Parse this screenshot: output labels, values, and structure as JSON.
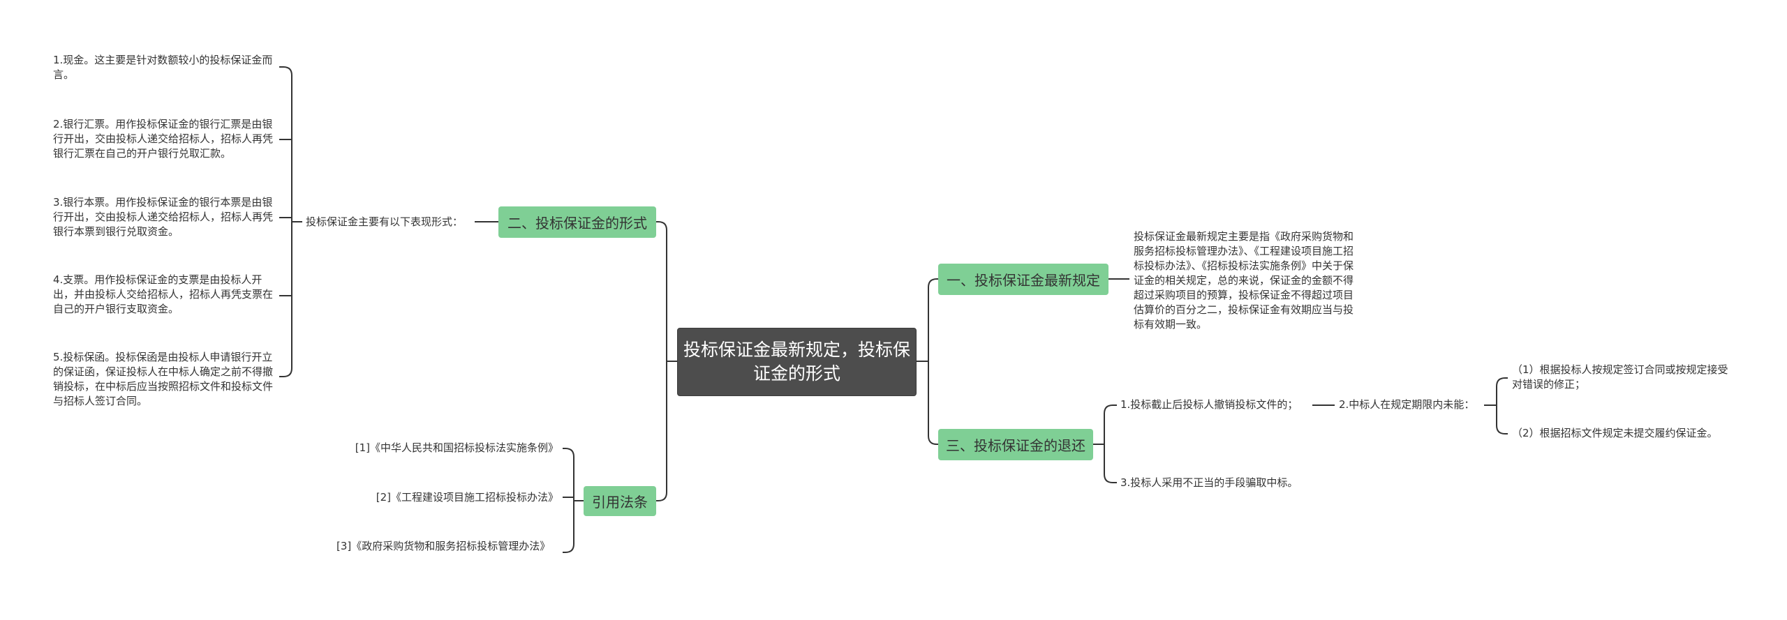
{
  "root": {
    "title": "投标保证金最新规定，投标保证金的形式"
  },
  "left": {
    "forms": {
      "label": "二、投标保证金的形式",
      "intro": "投标保证金主要有以下表现形式：",
      "items": [
        "1.现金。这主要是针对数额较小的投标保证金而言。",
        "2.银行汇票。用作投标保证金的银行汇票是由银行开出，交由投标人递交给招标人，招标人再凭银行汇票在自己的开户银行兑取汇款。",
        "3.银行本票。用作投标保证金的银行本票是由银行开出，交由投标人递交给招标人，招标人再凭银行本票到银行兑取资金。",
        "4.支票。用作投标保证金的支票是由投标人开出，并由投标人交给招标人，招标人再凭支票在自己的开户银行支取资金。",
        "5.投标保函。投标保函是由投标人申请银行开立的保证函，保证投标人在中标人确定之前不得撤销投标，在中标后应当按照招标文件和投标文件与招标人签订合同。"
      ]
    },
    "laws": {
      "label": "引用法条",
      "items": [
        "[1]《中华人民共和国招标投标法实施条例》",
        "[2]《工程建设项目施工招标投标办法》",
        "[3]《政府采购货物和服务招标投标管理办法》"
      ]
    }
  },
  "right": {
    "latest": {
      "label": "一、投标保证金最新规定",
      "text": "投标保证金最新规定主要是指《政府采购货物和服务招标投标管理办法》、《工程建设项目施工招标投标办法》、《招标投标法实施条例》中关于保证金的相关规定，总的来说，保证金的金额不得超过采购项目的预算，投标保证金不得超过项目估算价的百分之二，投标保证金有效期应当与投标有效期一致。"
    },
    "refund": {
      "label": "三、投标保证金的退还",
      "item1": "1.投标截止后投标人撤销投标文件的；",
      "item2": "2.中标人在规定期限内未能：",
      "sub": [
        "（1）根据投标人按规定签订合同或按规定接受对错误的修正；",
        "（2）根据招标文件规定未提交履约保证金。"
      ],
      "item3": "3.投标人采用不正当的手段骗取中标。"
    }
  },
  "colors": {
    "branch": "#7fcf95",
    "root": "#4d4d4d",
    "line": "#333333"
  }
}
